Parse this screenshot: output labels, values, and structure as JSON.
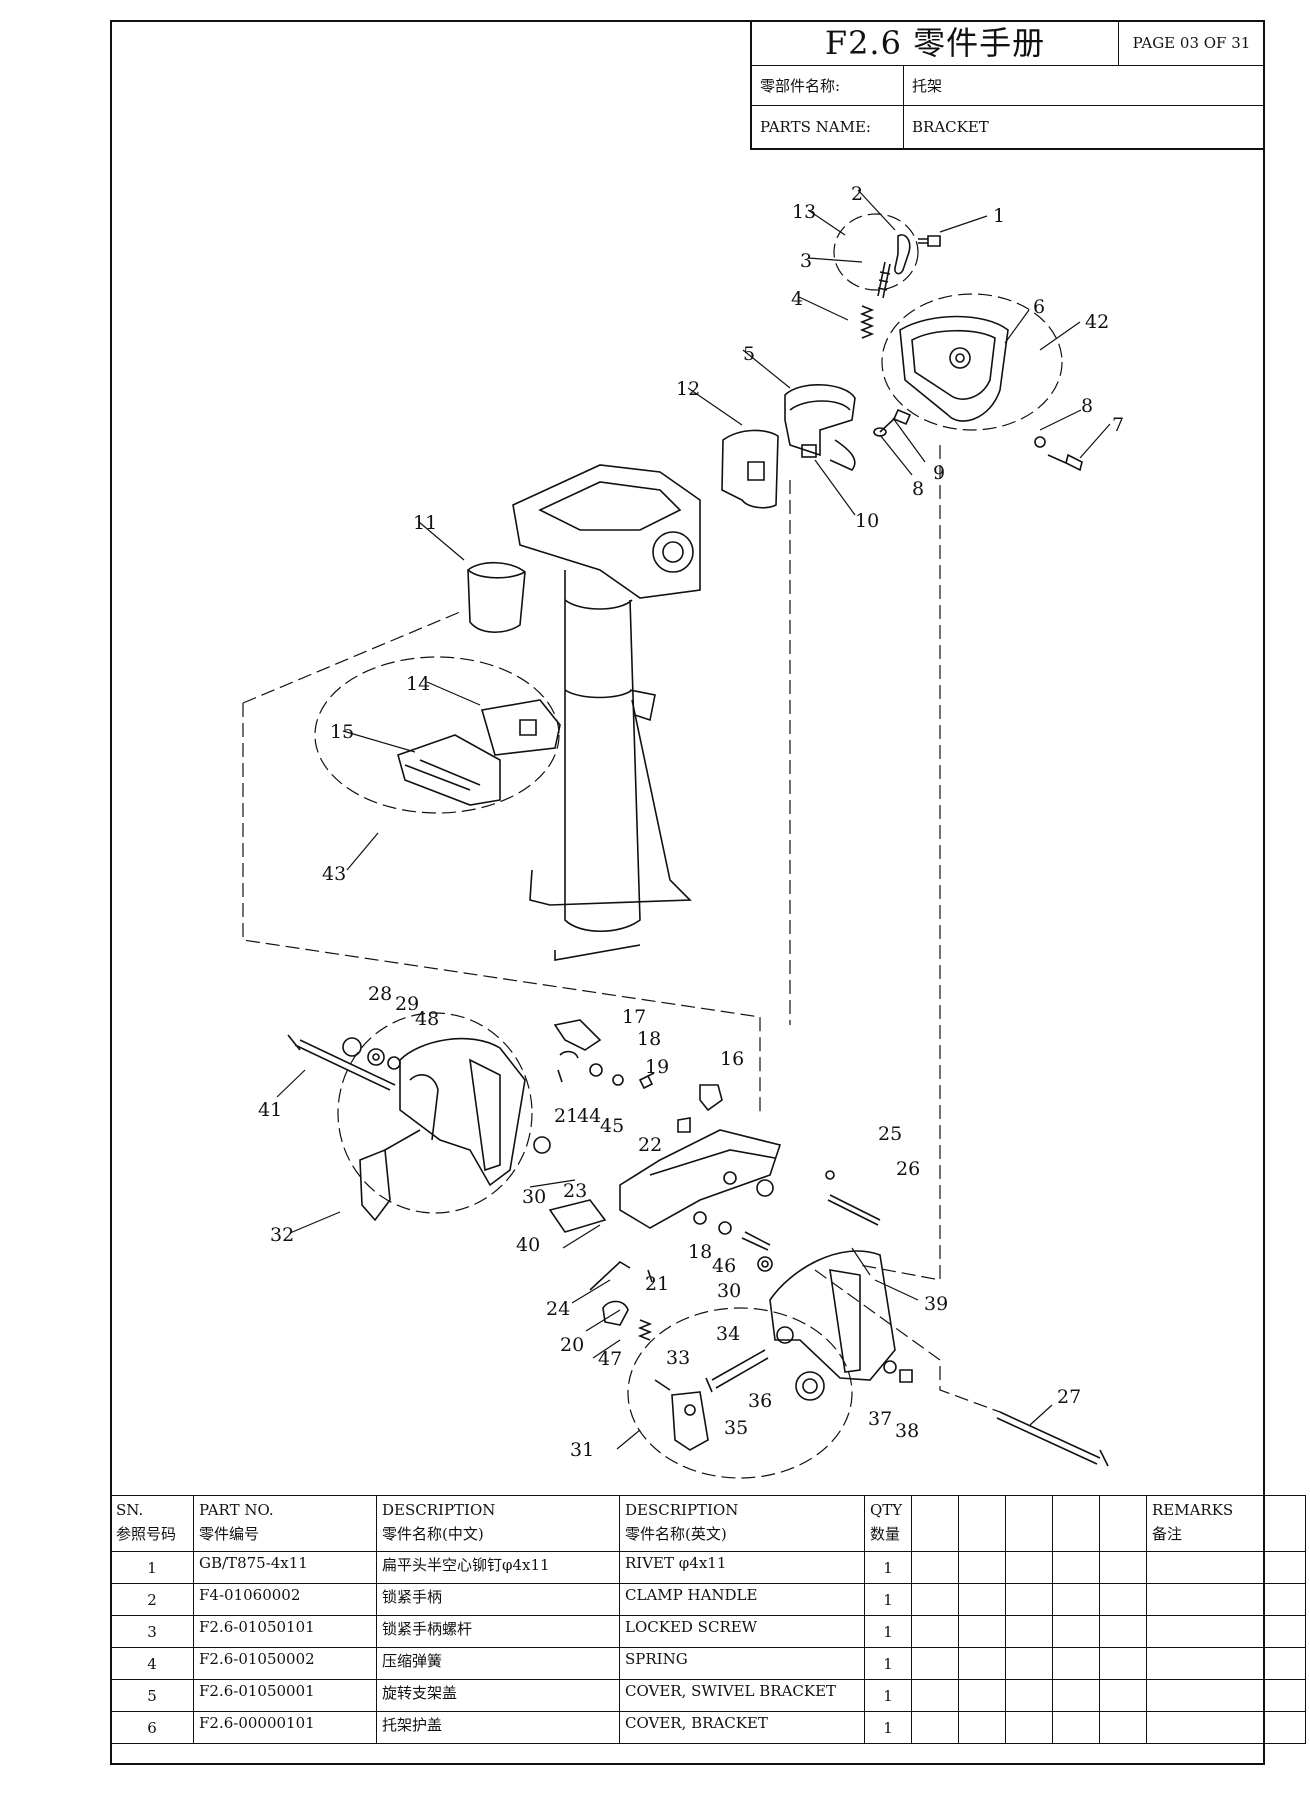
{
  "header": {
    "title": "F2.6 零件手册",
    "page": "PAGE 03 OF 31",
    "label_cn": "零部件名称:",
    "value_cn": "托架",
    "label_en": "PARTS NAME:",
    "value_en": "BRACKET"
  },
  "callouts": [
    "1",
    "2",
    "3",
    "4",
    "5",
    "6",
    "7",
    "8",
    "8",
    "9",
    "10",
    "11",
    "12",
    "13",
    "14",
    "15",
    "16",
    "17",
    "18",
    "18",
    "19",
    "20",
    "21",
    "21",
    "22",
    "23",
    "24",
    "25",
    "26",
    "27",
    "28",
    "29",
    "30",
    "30",
    "31",
    "32",
    "33",
    "34",
    "35",
    "36",
    "37",
    "38",
    "39",
    "40",
    "41",
    "42",
    "43",
    "44",
    "45",
    "46",
    "47",
    "48"
  ],
  "table": {
    "headers": {
      "sn": [
        "SN.",
        "参照号码"
      ],
      "part_no": [
        "PART NO.",
        "零件编号"
      ],
      "desc_cn": [
        "DESCRIPTION",
        "零件名称(中文)"
      ],
      "desc_en": [
        "DESCRIPTION",
        "零件名称(英文)"
      ],
      "qty": [
        "QTY",
        "数量"
      ],
      "remarks": [
        "REMARKS",
        "备注"
      ]
    },
    "rows": [
      {
        "sn": "1",
        "part_no": "GB/T875-4x11",
        "desc_cn": "扁平头半空心铆钉φ4x11",
        "desc_en": "RIVET φ4x11",
        "qty": "1"
      },
      {
        "sn": "2",
        "part_no": "F4-01060002",
        "desc_cn": "锁紧手柄",
        "desc_en": "CLAMP HANDLE",
        "qty": "1"
      },
      {
        "sn": "3",
        "part_no": "F2.6-01050101",
        "desc_cn": "锁紧手柄螺杆",
        "desc_en": "LOCKED SCREW",
        "qty": "1"
      },
      {
        "sn": "4",
        "part_no": "F2.6-01050002",
        "desc_cn": "压缩弹簧",
        "desc_en": "SPRING",
        "qty": "1"
      },
      {
        "sn": "5",
        "part_no": "F2.6-01050001",
        "desc_cn": "旋转支架盖",
        "desc_en": "COVER, SWIVEL BRACKET",
        "qty": "1"
      },
      {
        "sn": "6",
        "part_no": "F2.6-00000101",
        "desc_cn": "托架护盖",
        "desc_en": "COVER, BRACKET",
        "qty": "1"
      }
    ]
  }
}
